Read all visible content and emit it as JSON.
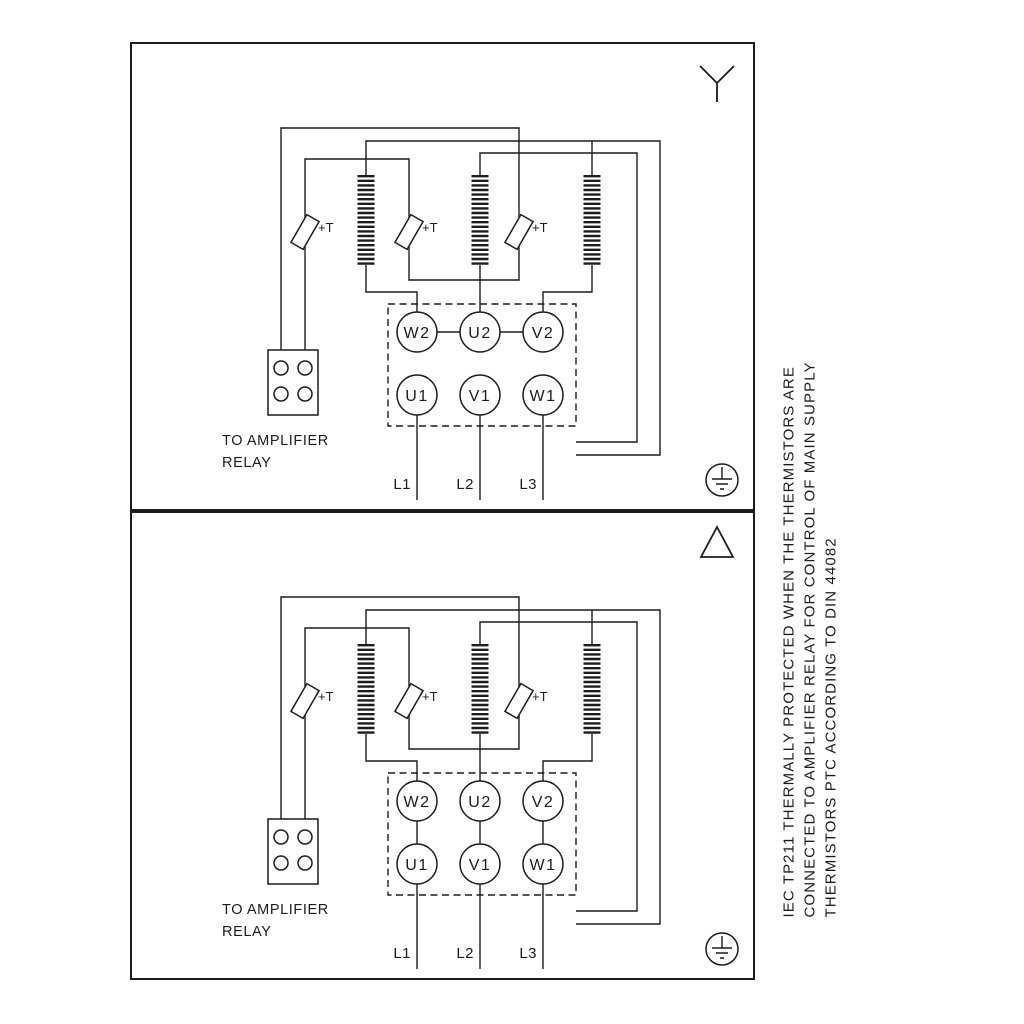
{
  "colors": {
    "ink": "#1c1c1c",
    "background": "#ffffff"
  },
  "panels": [
    {
      "connection": "star",
      "connection_symbol": "Y",
      "terminals_top": [
        "W2",
        "U2",
        "V2"
      ],
      "terminals_bottom": [
        "U1",
        "V1",
        "W1"
      ],
      "thermistor_label": "+T",
      "relay_caption": [
        "TO AMPLIFIER",
        "RELAY"
      ],
      "mains_labels": [
        "L1",
        "L2",
        "L3"
      ]
    },
    {
      "connection": "delta",
      "connection_symbol": "△",
      "terminals_top": [
        "W2",
        "U2",
        "V2"
      ],
      "terminals_bottom": [
        "U1",
        "V1",
        "W1"
      ],
      "thermistor_label": "+T",
      "relay_caption": [
        "TO AMPLIFIER",
        "RELAY"
      ],
      "mains_labels": [
        "L1",
        "L2",
        "L3"
      ]
    }
  ],
  "side_note_lines": [
    "IEC TP211 THERMALLY PROTECTED WHEN THE THERMISTORS ARE",
    "CONNECTED TO AMPLIFIER RELAY FOR CONTROL OF MAIN SUPPLY",
    "THERMISTORS PTC ACCORDING TO DIN 44082"
  ]
}
